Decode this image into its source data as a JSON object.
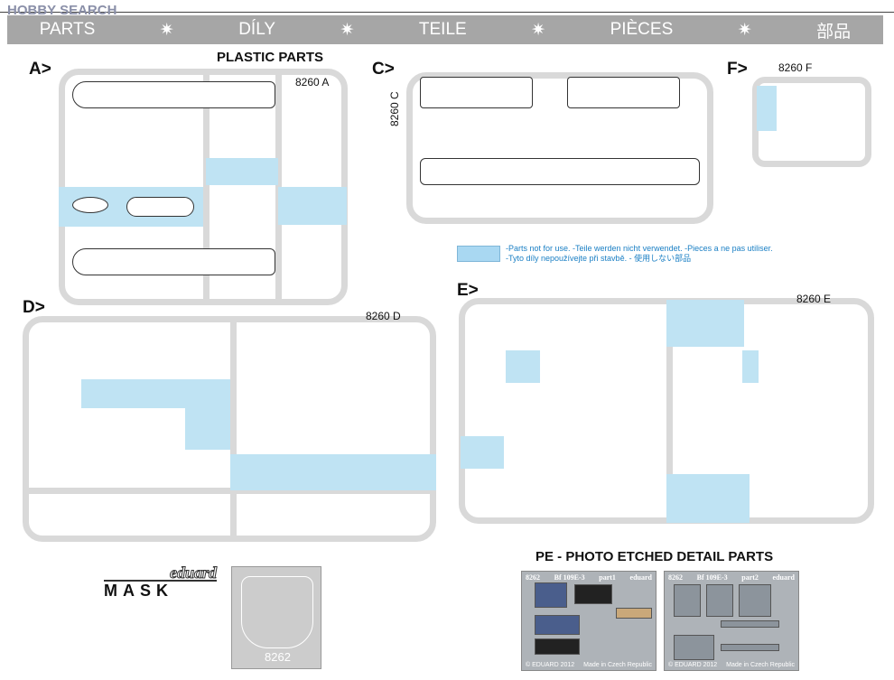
{
  "watermark": {
    "site": "HOBBY SEARCH"
  },
  "header": {
    "items": [
      "PARTS",
      "DÍLY",
      "TEILE",
      "PIÈCES",
      "部品"
    ],
    "separator": "✷"
  },
  "sections": {
    "a": {
      "letter": "A>",
      "title": "PLASTIC PARTS",
      "code": "8260 A"
    },
    "c": {
      "letter": "C>",
      "code": "8260 C"
    },
    "f": {
      "letter": "F>",
      "code": "8260 F"
    },
    "d": {
      "letter": "D>",
      "code": "8260 D"
    },
    "e": {
      "letter": "E>",
      "code": "8260 E"
    }
  },
  "legend": {
    "color": "#bfe3f3",
    "line1": "-Parts not for use. -Teile werden nicht verwendet. -Pieces a ne pas utiliser.",
    "line2": "-Tyto díly nepoužívejte při stavbě. -  使用しない部品"
  },
  "mask": {
    "brand": "eduard",
    "label": "MASK",
    "number": "8262"
  },
  "pe": {
    "title": "PE - PHOTO ETCHED DETAIL PARTS",
    "frets": [
      {
        "number": "8262",
        "model": "Bf 109E-3",
        "part": "part1",
        "brand": "eduard",
        "copyright": "© EDUARD 2012",
        "origin": "Made in Czech Republic"
      },
      {
        "number": "8262",
        "model": "Bf 109E-3",
        "part": "part2",
        "brand": "eduard",
        "copyright": "© EDUARD 2012",
        "origin": "Made in Czech Republic"
      }
    ]
  }
}
